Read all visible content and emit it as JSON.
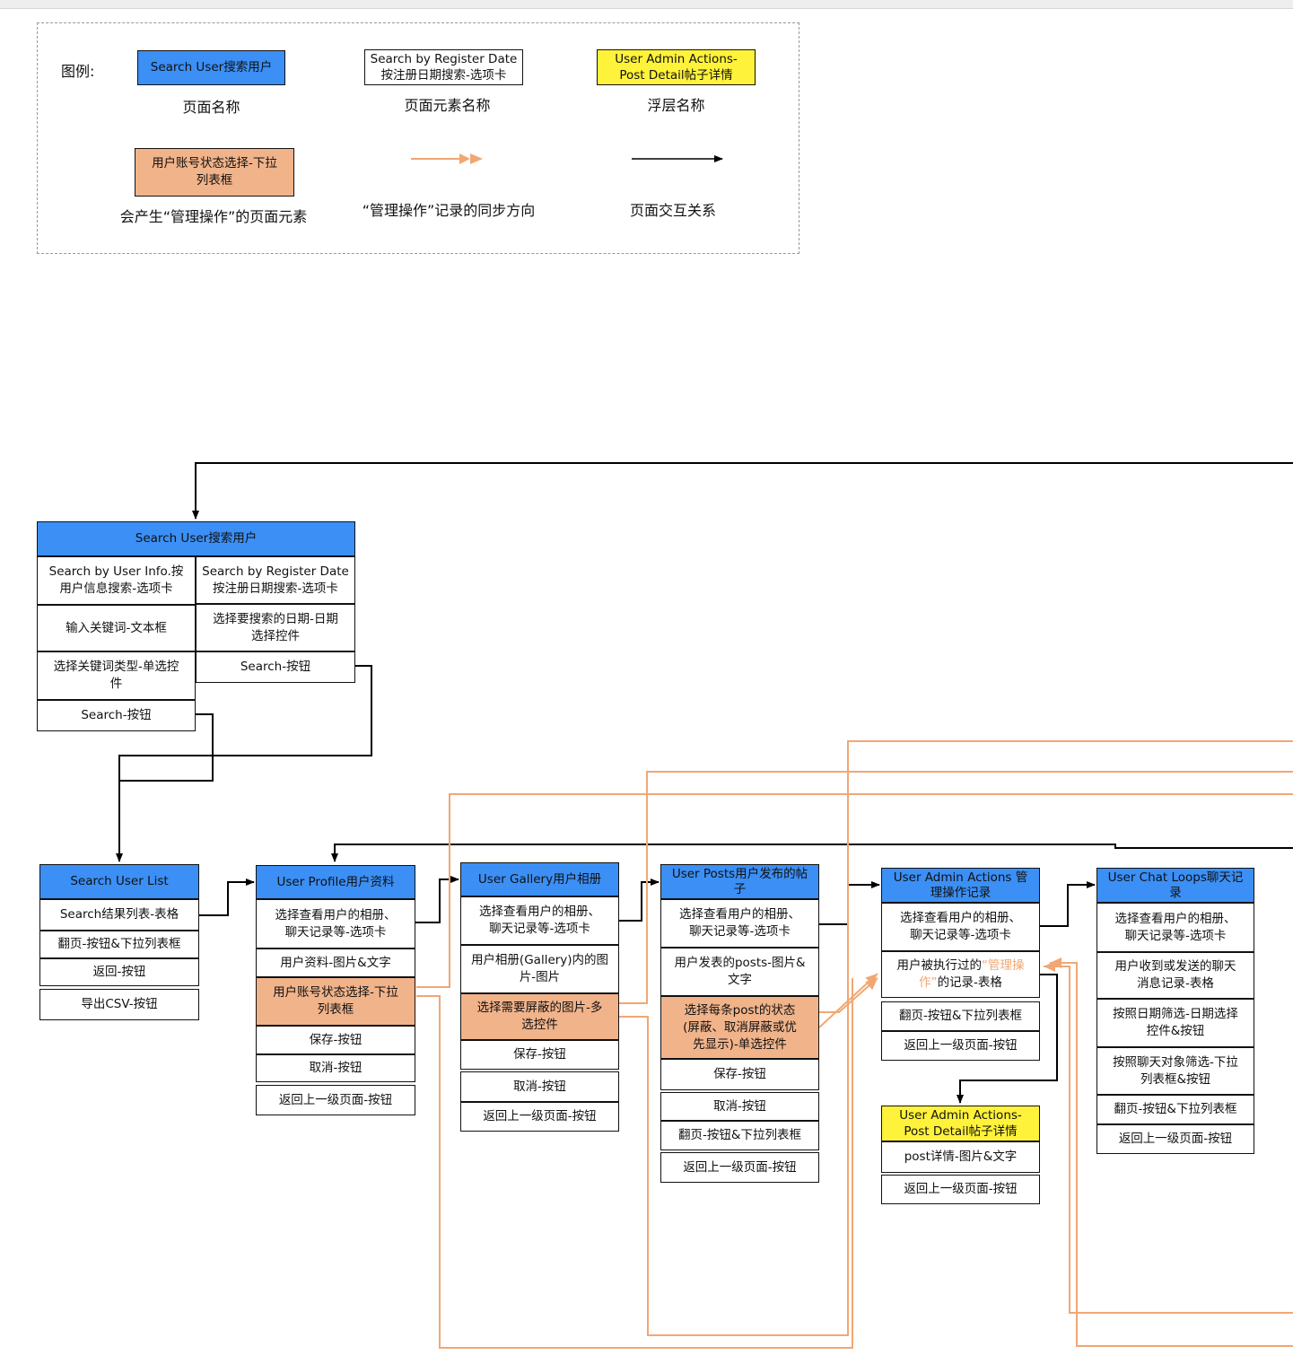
{
  "legend": {
    "label": "图例:",
    "page_sample": "Search User搜索用户",
    "page_caption": "页面名称",
    "element_sample": "Search by Register Date\n按注册日期搜索-选项卡",
    "element_caption": "页面元素名称",
    "overlay_sample": "User Admin Actions-\nPost Detail帖子详情",
    "overlay_caption": "浮层名称",
    "action_sample": "用户账号状态选择-下拉\n列表框",
    "action_caption": "会产生“管理操作”的页面元素",
    "sync_caption": "“管理操作”记录的同步方向",
    "interaction_caption": "页面交互关系"
  },
  "search_user": {
    "title": "Search User搜索用户",
    "left_items": [
      "Search by User Info.按\n用户信息搜索-选项卡",
      "输入关键词-文本框",
      "选择关键词类型-单选控\n件",
      "Search-按钮"
    ],
    "right_items": [
      "Search by Register Date\n按注册日期搜索-选项卡",
      "选择要搜索的日期-日期\n选择控件",
      "Search-按钮"
    ]
  },
  "search_user_list": {
    "title": "Search User List",
    "items": [
      "Search结果列表-表格",
      "翻页-按钮&下拉列表框",
      "返回-按钮",
      "导出CSV-按钮"
    ]
  },
  "user_profile": {
    "title": "User Profile用户资料",
    "items": [
      "选择查看用户的相册、\n聊天记录等-选项卡",
      "用户资料-图片&文字",
      "用户账号状态选择-下拉\n列表框",
      "保存-按钮",
      "取消-按钮",
      "返回上一级页面-按钮"
    ]
  },
  "user_gallery": {
    "title": "User Gallery用户相册",
    "items": [
      "选择查看用户的相册、\n聊天记录等-选项卡",
      "用户相册(Gallery)内的图\n片-图片",
      "选择需要屏蔽的图片-多\n选控件",
      "保存-按钮",
      "取消-按钮",
      "返回上一级页面-按钮"
    ]
  },
  "user_posts": {
    "title": "User Posts用户发布的帖\n子",
    "items": [
      "选择查看用户的相册、\n聊天记录等-选项卡",
      "用户发表的posts-图片&\n文字",
      "选择每条post的状态\n(屏蔽、取消屏蔽或优\n先显示)-单选控件",
      "保存-按钮",
      "取消-按钮",
      "翻页-按钮&下拉列表框",
      "返回上一级页面-按钮"
    ]
  },
  "user_admin_actions": {
    "title": "User Admin Actions 管\n理操作记录",
    "items": [
      "选择查看用户的相册、\n聊天记录等-选项卡",
      "用户被执行过的",
      "翻页-按钮&下拉列表框",
      "返回上一级页面-按钮"
    ],
    "records_highlight": "“管理操\n作”",
    "records_suffix": "的记录-表格"
  },
  "post_detail": {
    "title": "User Admin Actions-\nPost Detail帖子详情",
    "items": [
      "post详情-图片&文字",
      "返回上一级页面-按钮"
    ]
  },
  "user_chat_loops": {
    "title": "User Chat Loops聊天记\n录",
    "items": [
      "选择查看用户的相册、\n聊天记录等-选项卡",
      "用户收到或发送的聊天\n消息记录-表格",
      "按照日期筛选-日期选择\n控件&按钮",
      "按照聊天对象筛选-下拉\n列表框&按钮",
      "翻页-按钮&下拉列表框",
      "返回上一级页面-按钮"
    ]
  },
  "colors": {
    "page_blue": "#3b8ff5",
    "overlay_yellow": "#fff23a",
    "action_orange": "#f1b38a",
    "sync_line": "#f1a774",
    "interaction_line": "#000000"
  }
}
